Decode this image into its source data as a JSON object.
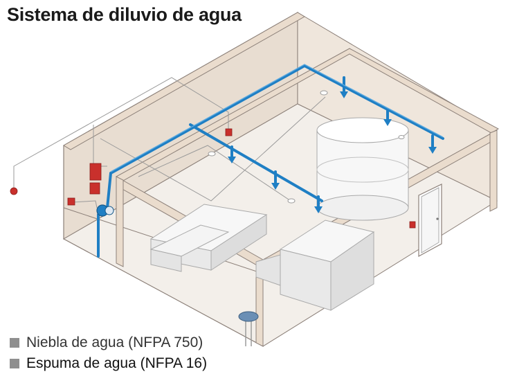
{
  "title": "Sistema de diluvio de agua",
  "legend": [
    {
      "label": "Niebla de agua (NFPA 750)",
      "swatch": "#8f8f8f"
    },
    {
      "label": "Espuma de agua (NFPA 16)",
      "swatch": "#8f8f8f"
    }
  ],
  "colors": {
    "wall": "#e8ddd1",
    "wall_edge": "#8c8079",
    "floor": "#f2eee9",
    "beam": "#eadccd",
    "pipe": "#1f7fc4",
    "pipe_light": "#5aa9e0",
    "detector": "#c9302c",
    "wire": "#9a9a9a",
    "equipment": "#ececec",
    "equipment_edge": "#a9a9a9"
  }
}
